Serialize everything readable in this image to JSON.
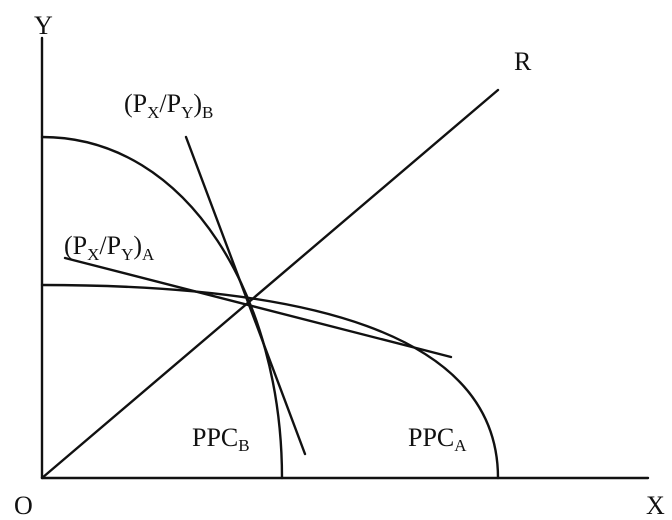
{
  "labels": {
    "y_axis": "Y",
    "x_axis": "X",
    "origin": "O",
    "ray": "R",
    "price_b": {
      "open": "(P",
      "s1": "X",
      "mid": "/P",
      "s2": "Y",
      "close": ")",
      "s3": "B"
    },
    "price_a": {
      "open": "(P",
      "s1": "X",
      "mid": "/P",
      "s2": "Y",
      "close": ")",
      "s3": "A"
    },
    "ppc_b": {
      "main": "PPC",
      "sub": "B"
    },
    "ppc_a": {
      "main": "PPC",
      "sub": "A"
    }
  },
  "colors": {
    "line": "#111111",
    "background": "#ffffff"
  }
}
